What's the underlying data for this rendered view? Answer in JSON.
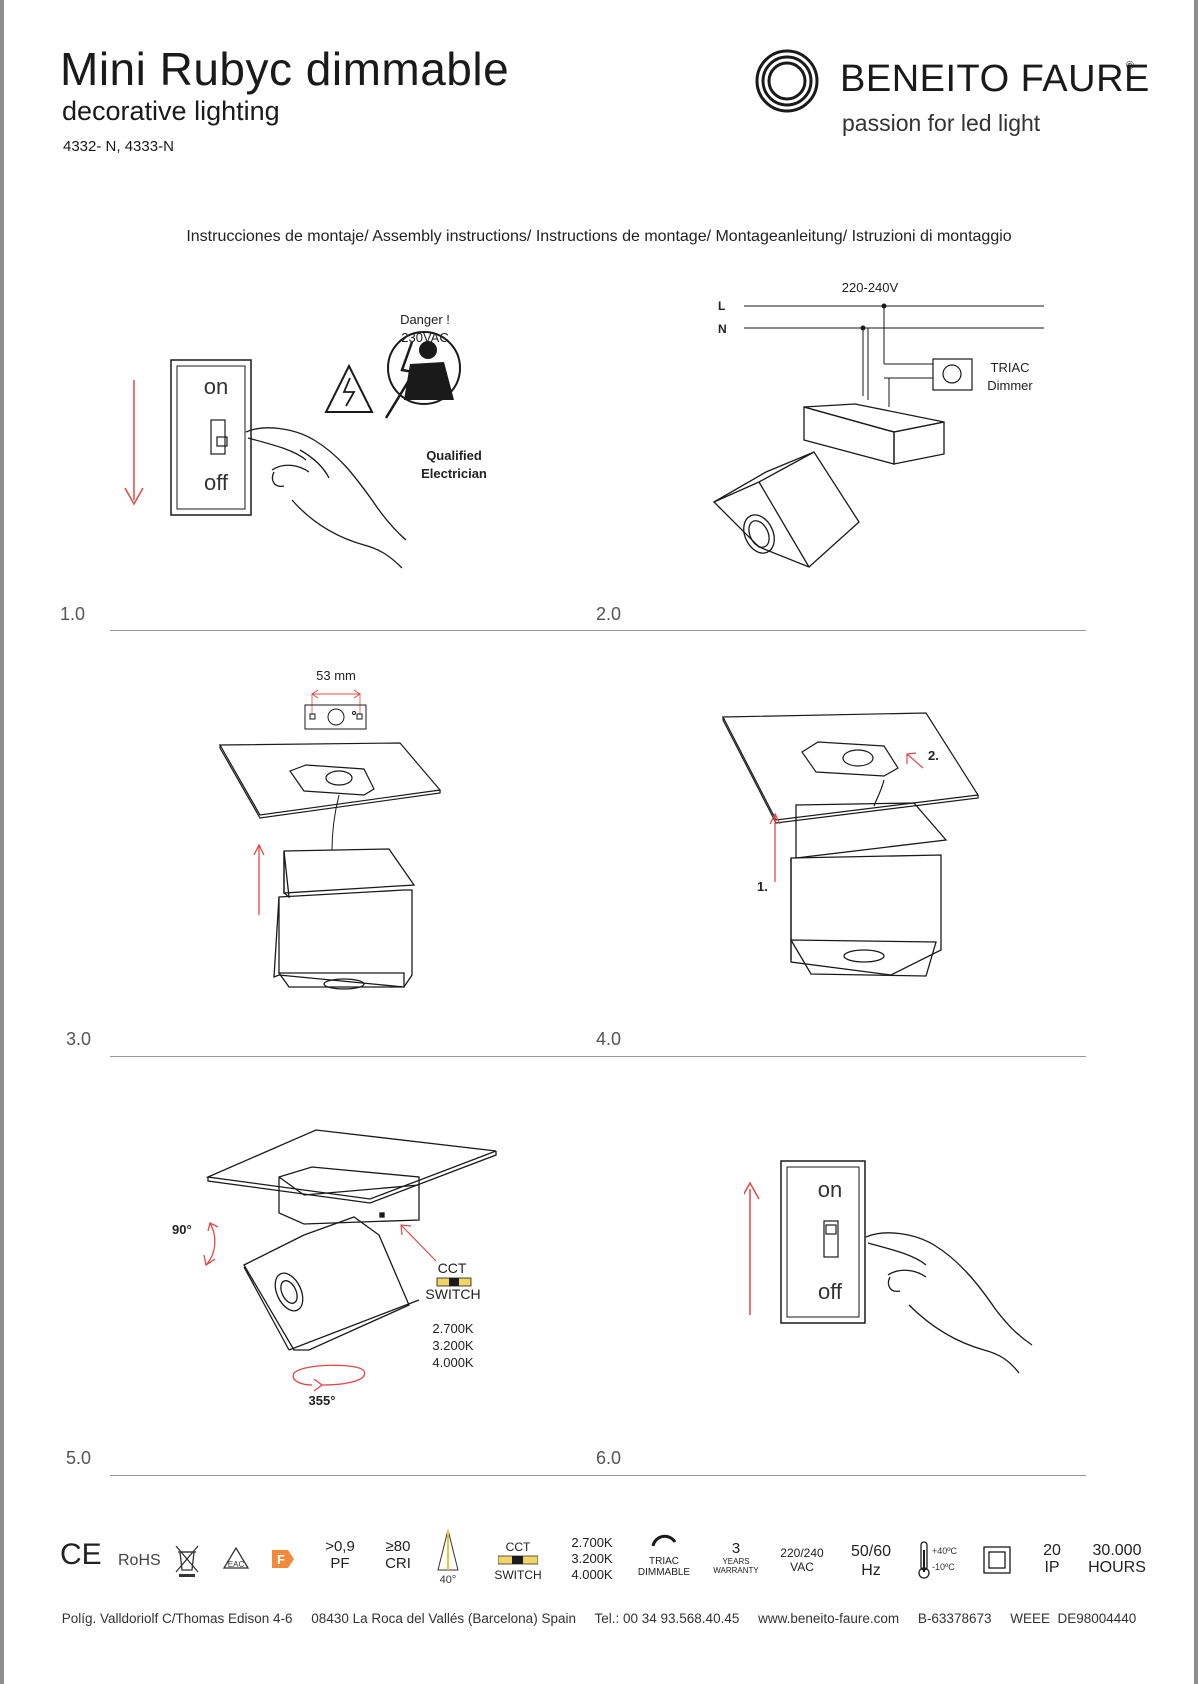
{
  "header": {
    "title": "Mini Rubyc dimmable",
    "subtitle": "decorative lighting",
    "refs": "4332- N, 4333-N",
    "brand_name": "BENEITO FAURE",
    "brand_reg": "®",
    "tagline": "passion for led light"
  },
  "instructions_line": "Instrucciones de montaje/ Assembly instructions/ Instructions de montage/ Montageanleitung/ Istruzioni di montaggio",
  "steps": {
    "s1": "1.0",
    "s2": "2.0",
    "s3": "3.0",
    "s4": "4.0",
    "s5": "5.0",
    "s6": "6.0"
  },
  "step1": {
    "switch_on": "on",
    "switch_off": "off",
    "danger_1": "Danger !",
    "danger_2": "230VAC",
    "qualified_1": "Qualified",
    "qualified_2": "Electrician"
  },
  "step2": {
    "voltage": "220-240V",
    "line_l": "L",
    "line_n": "N",
    "triac_1": "TRIAC",
    "triac_2": "Dimmer"
  },
  "step3": {
    "distance": "53 mm"
  },
  "step4": {
    "label_1": "1.",
    "label_2": "2."
  },
  "step5": {
    "tilt": "90°",
    "rotation": "355°",
    "cct_1": "CCT",
    "cct_2": "SWITCH",
    "temp_1": "2.700K",
    "temp_2": "3.200K",
    "temp_3": "4.000K"
  },
  "step6": {
    "switch_on": "on",
    "switch_off": "off"
  },
  "footer_icons": {
    "ce": "CE",
    "rohs": "RoHS",
    "eac": "EAC",
    "f_mark": "F",
    "pf_1": ">0,9",
    "pf_2": "PF",
    "cri_1": "≥80",
    "cri_2": "CRI",
    "angle": "40°",
    "cct_1": "CCT",
    "cct_2": "SWITCH",
    "temps_1": "2.700K",
    "temps_2": "3.200K",
    "temps_3": "4.000K",
    "triac_1": "TRIAC",
    "triac_2": "DIMMABLE",
    "warranty_1": "3",
    "warranty_2": "YEARS",
    "warranty_3": "WARRANTY",
    "vac_1": "220/240",
    "vac_2": "VAC",
    "hz_1": "50/60",
    "hz_2": "Hz",
    "temp_hi": "+40ºC",
    "temp_lo": "-10ºC",
    "ip_1": "20",
    "ip_2": "IP",
    "hours_1": "30.000",
    "hours_2": "HOURS"
  },
  "footer_address": "Políg. Valldoriolf C/Thomas Edison 4-6     08430 La Roca del Vallés (Barcelona) Spain     Tel.: 00 34 93.568.40.45     www.beneito-faure.com     B-63378673     WEEE  DE98004440",
  "colors": {
    "accent_red": "#e04848",
    "line": "#1a1a1a",
    "rule": "#999999",
    "cct_yellow": "#f2d366",
    "f_orange": "#f08a3c"
  }
}
